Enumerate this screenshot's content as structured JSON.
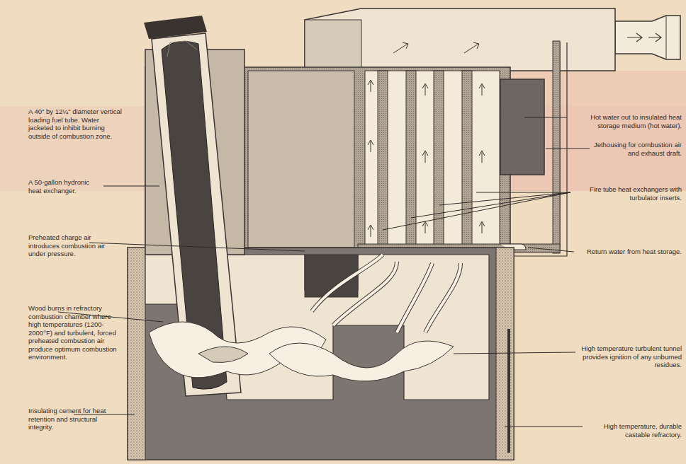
{
  "diagram": {
    "labels": [
      "A 40\" by 12¼\" diameter vertical loading fuel tube. Water jacketed to inhibit burning outside of combustion zone.",
      "A 50-gallon hydronic heat exchanger.",
      "Preheated charge air introduces combustion air under pressure.",
      "Wood burns in refractory combustion chamber where high temperatures (1200-2000°F) and turbulent, forced preheated combustion air produce optimum combustion environment.",
      "Insulating cement for heat retention and structural integrity.",
      "Hot water out to insulated heat storage medium (hot water).",
      "Jethousing for combustion air and exhaust draft.",
      "Fire tube heat exchangers with turbulator inserts.",
      "Return water from heat storage.",
      "High temperature turbulent tunnel provides ignition of any unburned residues.",
      "High temperature, durable castable refractory."
    ]
  }
}
